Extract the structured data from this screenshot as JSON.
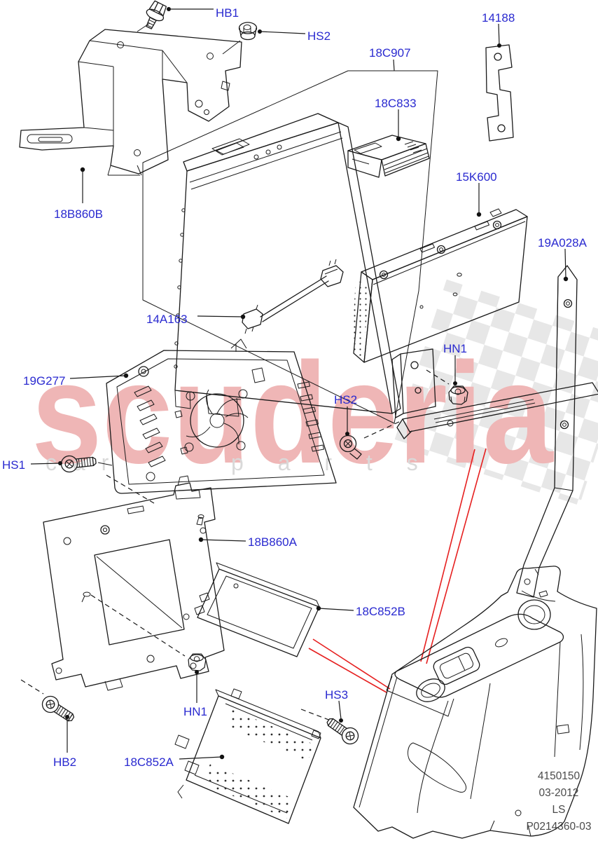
{
  "diagram": {
    "part_labels": {
      "hb1": "HB1",
      "hs2_top": "HS2",
      "c907": "18C907",
      "p14188": "14188",
      "c833": "18C833",
      "k600": "15K600",
      "a028": "19A028A",
      "b860b": "18B860B",
      "a163": "14A163",
      "hn1_upper": "HN1",
      "g277": "19G277",
      "hs2_mid": "HS2",
      "hs1": "HS1",
      "b860a": "18B860A",
      "c852b": "18C852B",
      "hn1_lower": "HN1",
      "hs3": "HS3",
      "hb2": "HB2",
      "c852a": "18C852A"
    },
    "footer": {
      "catalog_number": "4150150",
      "date": "03-2012",
      "market_code": "LS",
      "plate_number": "P0214360-03"
    },
    "watermark": {
      "brand": "scuderia",
      "tagline_left": "c a r",
      "tagline_right": "p a r t s"
    },
    "colors": {
      "part_label_blue": "#2a2ad0",
      "line_black": "#1a1a1a",
      "callout_red": "#e62020",
      "watermark_pink": "#efb6b6",
      "watermark_gray": "#d9d9d9",
      "checker_gray": "#e4e4e4",
      "footer_gray": "#4a4a4a",
      "background": "#ffffff"
    }
  }
}
